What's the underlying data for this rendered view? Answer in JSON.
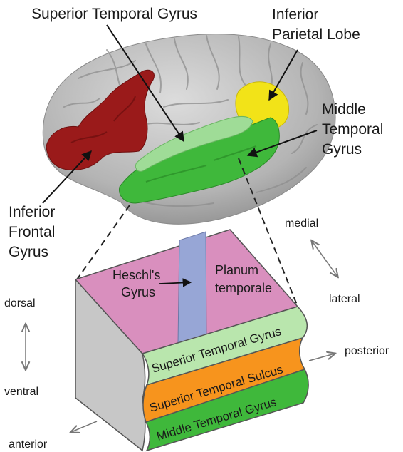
{
  "brain_labels": {
    "superior_temporal_gyrus": "Superior Temporal Gyrus",
    "inferior_parietal_lobe": [
      "Inferior",
      "Parietal Lobe"
    ],
    "middle_temporal_gyrus": [
      "Middle",
      "Temporal",
      "Gyrus"
    ],
    "inferior_frontal_gyrus": [
      "Inferior",
      "Frontal",
      "Gyrus"
    ]
  },
  "block_labels": {
    "heschls_gyrus": [
      "Heschl's",
      "Gyrus"
    ],
    "planum_temporale": [
      "Planum",
      "temporale"
    ],
    "superior_temporal_gyrus": "Superior Temporal Gyrus",
    "superior_temporal_sulcus": "Superior Temporal Sulcus",
    "middle_temporal_gyrus": "Middle Temporal Gyrus"
  },
  "orientation": {
    "dorsal": "dorsal",
    "ventral": "ventral",
    "medial": "medial",
    "lateral": "lateral",
    "posterior": "posterior",
    "anterior": "anterior"
  },
  "colors": {
    "brain_gray": "#b9b9b9",
    "frontal_red": "#9a1a1a",
    "parietal_yellow": "#f2e318",
    "superior_temporal_light_green": "#9fdc97",
    "middle_temporal_green": "#3fb83b",
    "planum_pink": "#d98fbe",
    "heschl_blue": "#97a6d6",
    "sulcus_orange": "#f7941d",
    "block_side_gray": "#c7c7c7"
  }
}
